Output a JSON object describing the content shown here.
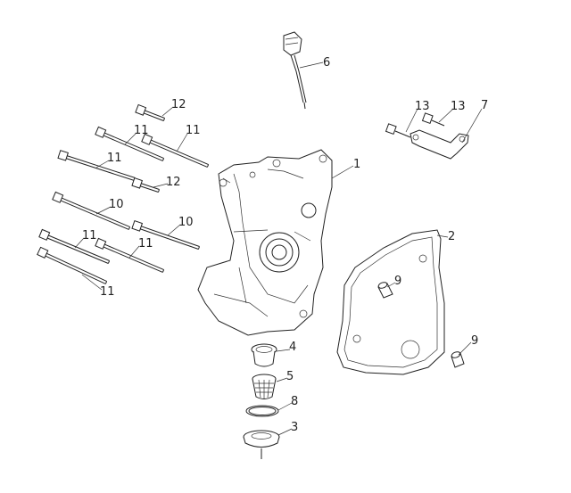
{
  "callouts": {
    "c6": "6",
    "c12a": "12",
    "c11a": "11",
    "c11b": "11",
    "c11c": "11",
    "c12b": "12",
    "c10a": "10",
    "c10b": "10",
    "c11d": "11",
    "c11e": "11",
    "c11f": "11",
    "c1": "1",
    "c13a": "13",
    "c13b": "13",
    "c7": "7",
    "c2": "2",
    "c9a": "9",
    "c9b": "9",
    "c4": "4",
    "c5": "5",
    "c8": "8",
    "c3": "3"
  }
}
